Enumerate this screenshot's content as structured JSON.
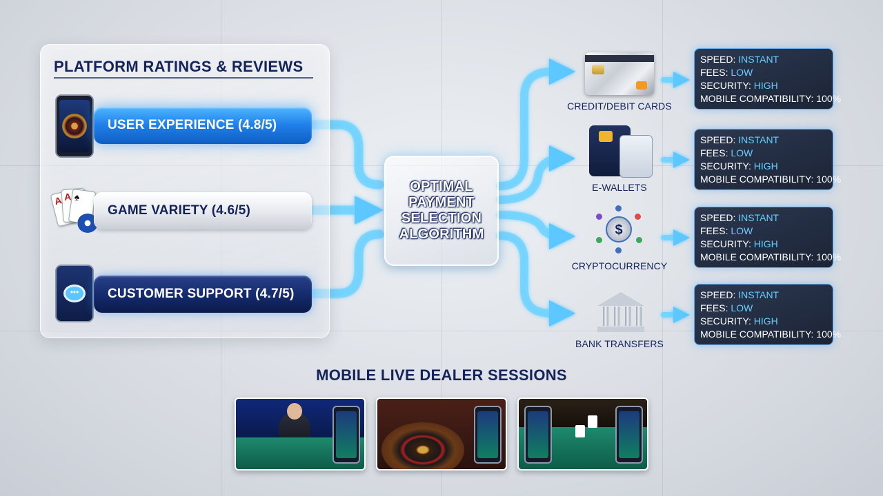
{
  "ratings_panel": {
    "title": "PLATFORM RATINGS & REVIEWS",
    "items": [
      {
        "label": "USER EXPERIENCE (4.8/5)",
        "rating": 4.8
      },
      {
        "label": "GAME VARIETY (4.6/5)",
        "rating": 4.6
      },
      {
        "label": "CUSTOMER SUPPORT (4.7/5)",
        "rating": 4.7
      }
    ]
  },
  "algorithm": {
    "lines": [
      "OPTIMAL",
      "PAYMENT",
      "SELECTION",
      "ALGORITHM"
    ]
  },
  "payment_methods": [
    {
      "label": "CREDIT/DEBIT CARDS",
      "icon": "credit-card-icon"
    },
    {
      "label": "E-WALLETS",
      "icon": "e-wallet-icon"
    },
    {
      "label": "CRYPTOCURRENCY",
      "icon": "crypto-coin-icon"
    },
    {
      "label": "BANK TRANSFERS",
      "icon": "bank-icon"
    }
  ],
  "info_boxes": [
    {
      "speed_label": "SPEED:",
      "speed": "INSTANT",
      "fees_label": "FEES:",
      "fees": "LOW",
      "security_label": "SECURITY:",
      "security": "HIGH",
      "mobile": "MOBILE COMPATIBILITY: 100%"
    },
    {
      "speed_label": "SPEED:",
      "speed": "INSTANT",
      "fees_label": "FEES:",
      "fees": "LOW",
      "security_label": "SECURITY:",
      "security": "HIGH",
      "mobile": "MOBILE COMPATIBILITY: 100%"
    },
    {
      "speed_label": "SPEED:",
      "speed": "INSTANT",
      "fees_label": "FEES:",
      "fees": "LOW",
      "security_label": "SECURITY:",
      "security": "HIGH",
      "mobile": "MOBILE COMPATIBILITY: 100%"
    },
    {
      "speed_label": "SPEED:",
      "speed": "INSTANT",
      "fees_label": "FEES:",
      "fees": "LOW",
      "security_label": "SECURITY:",
      "security": "HIGH",
      "mobile": "MOBILE COMPATIBILITY: 100%"
    }
  ],
  "live_dealer": {
    "title": "MOBILE LIVE DEALER SESSIONS",
    "thumbnails": [
      "blackjack-dealer-thumbnail",
      "roulette-wheel-thumbnail",
      "card-table-thumbnail"
    ]
  },
  "colors": {
    "accent_blue": "#1f7fe8",
    "navy": "#14245a",
    "highlight_cyan": "#63d0ff",
    "arrow_glow": "#6fd3ff"
  }
}
